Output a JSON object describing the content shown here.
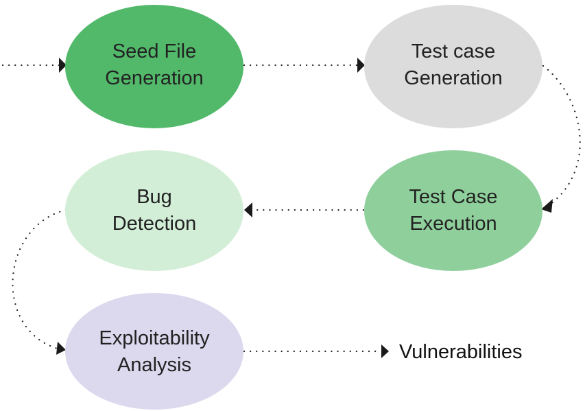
{
  "nodes": {
    "seed": {
      "lines": [
        "Seed File",
        "Generation"
      ],
      "color": "#52b96a"
    },
    "testgen": {
      "lines": [
        "Test case",
        "Generation"
      ],
      "color": "#dcdcdc"
    },
    "exec": {
      "lines": [
        "Test Case",
        "Execution"
      ],
      "color": "#8fcf9c"
    },
    "bug": {
      "lines": [
        "Bug",
        "Detection"
      ],
      "color": "#d3eed6"
    },
    "exploit": {
      "lines": [
        "Exploitability",
        "Analysis"
      ],
      "color": "#dcd9ee"
    }
  },
  "output": {
    "label": "Vulnerabilities"
  }
}
